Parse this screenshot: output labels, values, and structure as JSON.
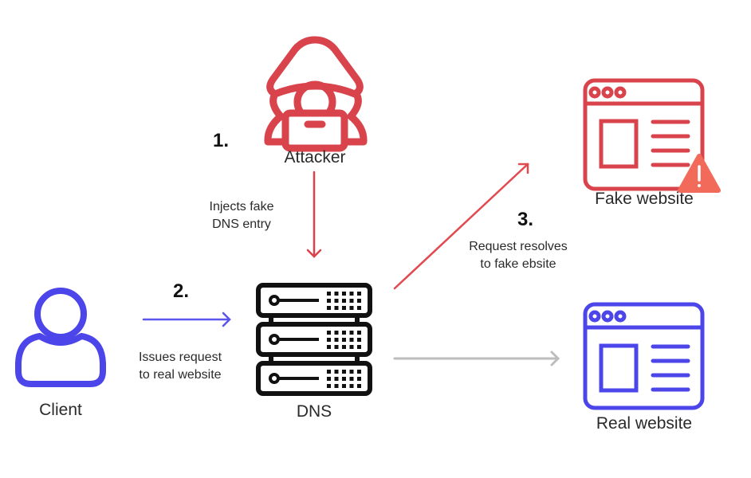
{
  "colors": {
    "attacker": "#d9434b",
    "client": "#4b45ea",
    "dns": "#111111",
    "warning": "#f26a5a",
    "neutral_arrow": "#bdbdbd"
  },
  "nodes": {
    "attacker": {
      "label": "Attacker",
      "icon": "hooded-hacker-icon"
    },
    "client": {
      "label": "Client",
      "icon": "user-icon"
    },
    "dns": {
      "label": "DNS",
      "icon": "server-stack-icon"
    },
    "fake_website": {
      "label": "Fake website",
      "icon": "browser-window-icon",
      "badge": "warning-icon"
    },
    "real_website": {
      "label": "Real website",
      "icon": "browser-window-icon"
    }
  },
  "steps": [
    {
      "number": "1.",
      "line1": "Injects fake",
      "line2": "DNS entry"
    },
    {
      "number": "2.",
      "line1": "Issues request",
      "line2": "to real website"
    },
    {
      "number": "3.",
      "line1": "Request resolves",
      "line2": "to fake ebsite"
    }
  ],
  "warning_glyph": "!"
}
